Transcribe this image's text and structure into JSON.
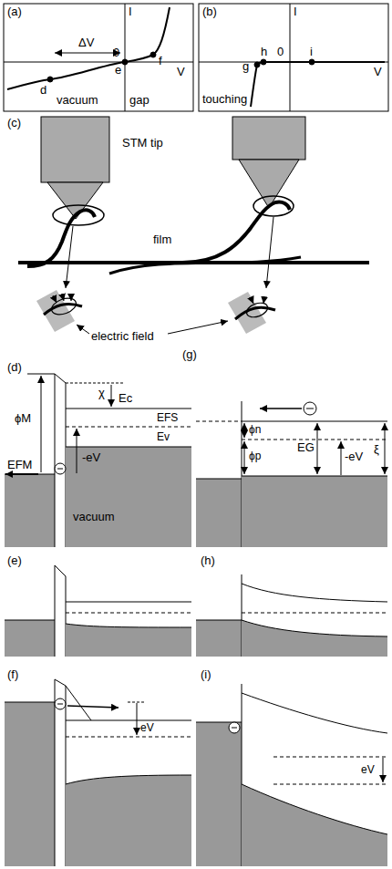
{
  "diagram": {
    "labels": [
      "(a)",
      "I",
      "0",
      "f",
      "e",
      "d",
      "ΔV",
      "V",
      "vacuum",
      "gap",
      "(b)",
      "I",
      "h",
      "g",
      "0",
      "i",
      "V",
      "touching",
      "(c)",
      "STM tip",
      "film",
      "electric field",
      "(g)",
      "(d)",
      "χ",
      "ϕM",
      "Ec",
      "EFS",
      "EFM",
      "-eV",
      "Ev",
      "vacuum",
      "ϕn",
      "ϕp",
      "EG",
      "-eV",
      "ξ",
      "(e)",
      "(h)",
      "(f)",
      "eV",
      "(i)",
      "eV"
    ]
  }
}
